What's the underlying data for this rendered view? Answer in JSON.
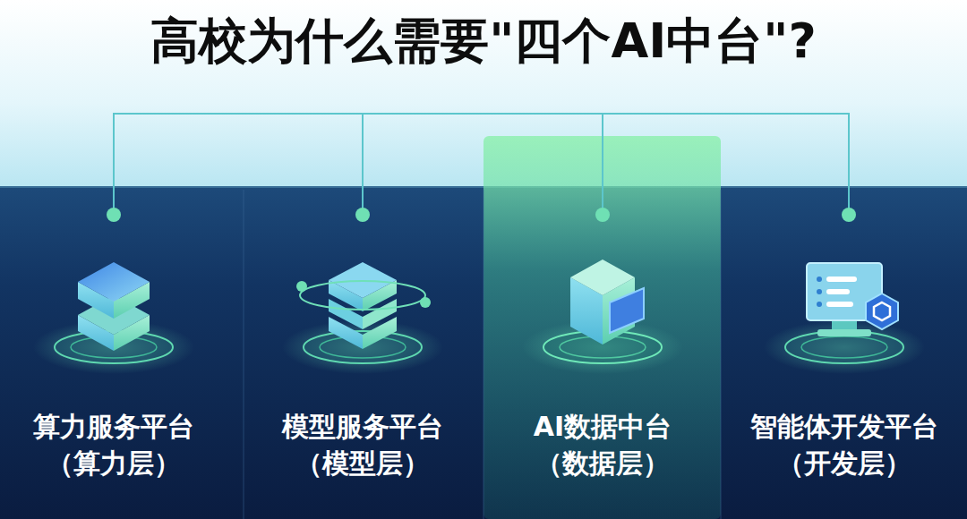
{
  "diagram": {
    "title": "高校为什么需要\"四个AI中台\"?",
    "nodes": [
      {
        "text": [
          "算力服务平台",
          "（算力层）"
        ]
      },
      {
        "text": [
          "模型服务平台",
          "（模型层）"
        ]
      },
      {
        "text": [
          "AI数据中台",
          "（数据层）"
        ]
      },
      {
        "text": [
          "智能体开发平台",
          "（开发层）"
        ]
      }
    ]
  }
}
